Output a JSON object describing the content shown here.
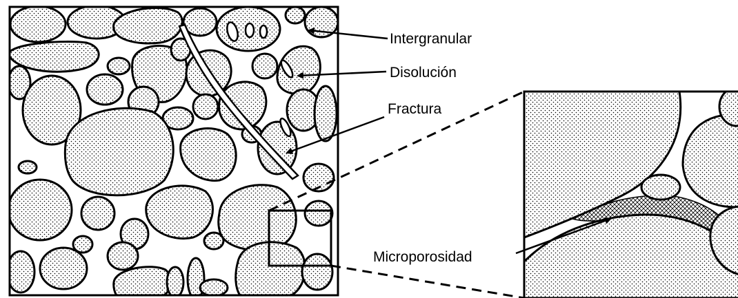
{
  "labels": {
    "intergranular": "Intergranular",
    "dissolution": "Disolución",
    "fracture": "Fractura",
    "microporosity": "Microporosidad"
  },
  "colors": {
    "line": "#000000",
    "background": "#ffffff"
  }
}
